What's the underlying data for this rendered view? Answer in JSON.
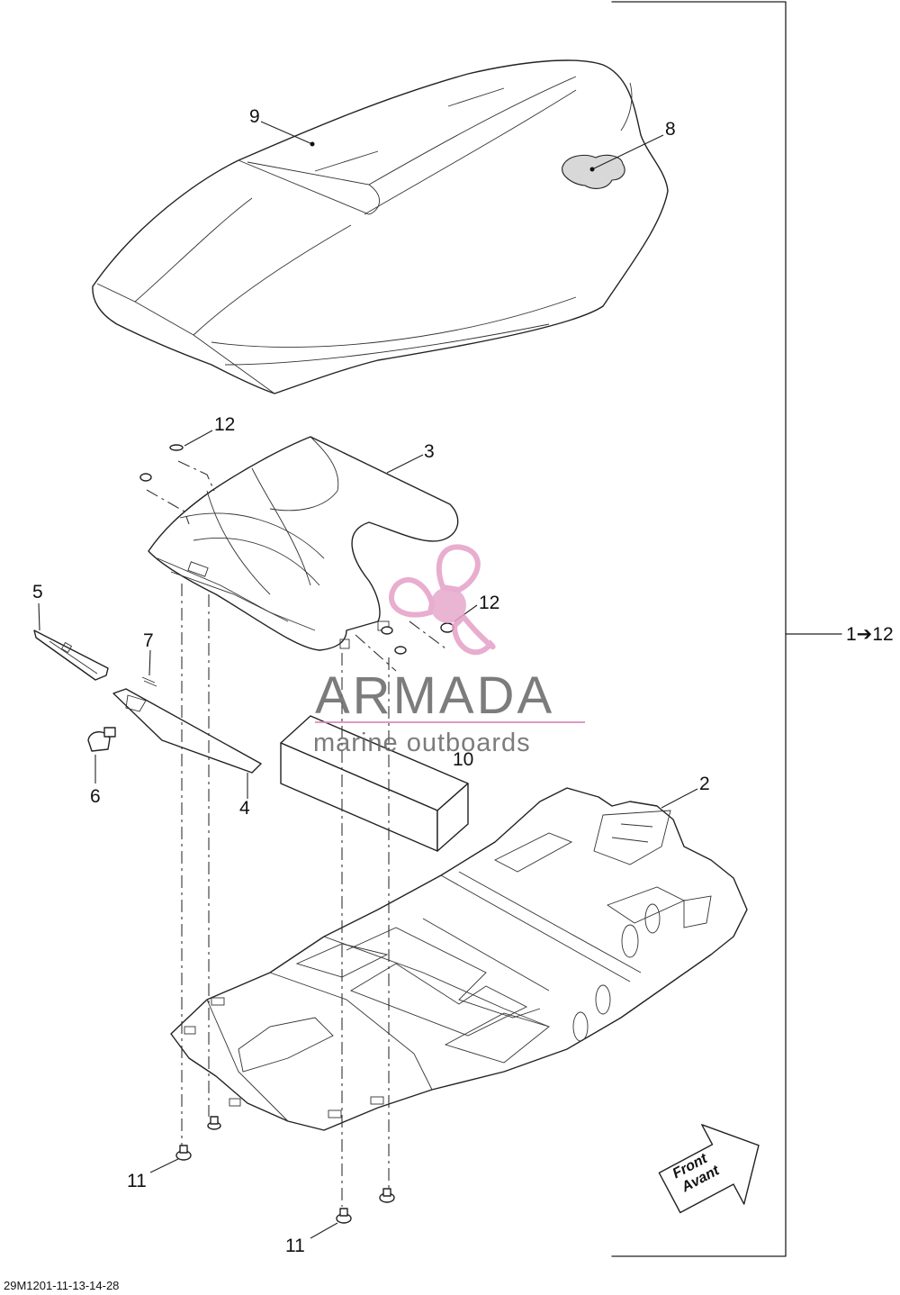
{
  "callouts": {
    "c9": "9",
    "c8": "8",
    "c12a": "12",
    "c3": "3",
    "c12b": "12",
    "c5": "5",
    "c7": "7",
    "c10": "10",
    "c6": "6",
    "c4": "4",
    "c2": "2",
    "c11a": "11",
    "c11b": "11"
  },
  "range_label": "1➔12",
  "front_arrow": {
    "line1": "Front",
    "line2": "Avant"
  },
  "watermark": {
    "brand": "ARMADA",
    "tagline": "marine outboards",
    "logo_color": "#d98bb8"
  },
  "diagram_code": "29M1201-11-13-14-28"
}
